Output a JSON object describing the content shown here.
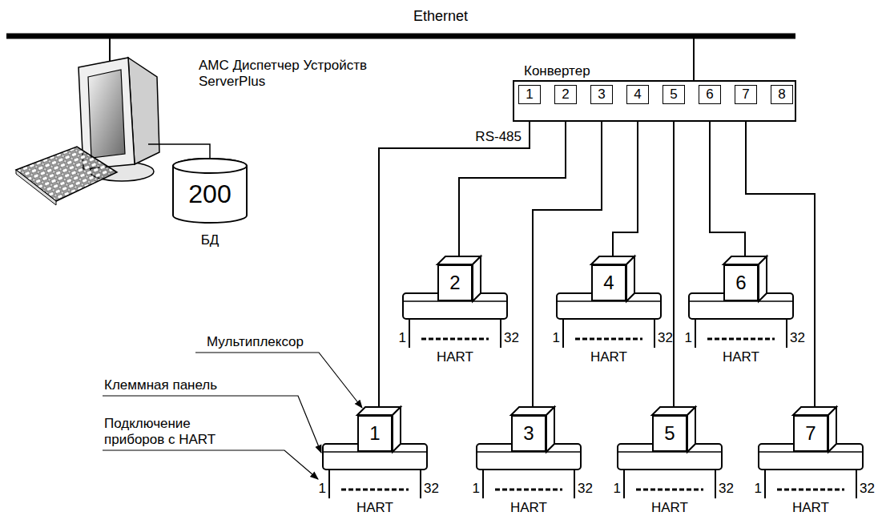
{
  "diagram": {
    "nodes": [
      {
        "text": [
          "Конвертер"
        ]
      },
      {
        "text": [
          "1"
        ],
        "in": 0
      },
      {
        "text": [
          "2"
        ],
        "in": 0
      },
      {
        "text": [
          "3"
        ],
        "in": 0
      },
      {
        "text": [
          "4"
        ],
        "in": 0
      },
      {
        "text": [
          "5"
        ],
        "in": 0
      },
      {
        "text": [
          "6"
        ],
        "in": 0
      },
      {
        "text": [
          "7"
        ],
        "in": 0
      },
      {
        "text": [
          "8"
        ],
        "in": 0
      },
      {
        "text": [
          "200",
          "БД"
        ]
      },
      {
        "text": [
          "1"
        ]
      },
      {
        "text": [
          "2"
        ]
      },
      {
        "text": [
          "3"
        ]
      },
      {
        "text": [
          "4"
        ]
      },
      {
        "text": [
          "5"
        ]
      },
      {
        "text": [
          "6"
        ]
      },
      {
        "text": [
          "7"
        ]
      }
    ],
    "edges": [
      {
        "from": 1,
        "to": 10,
        "arrow": "none",
        "label": "RS-485"
      },
      {
        "from": 2,
        "to": 11,
        "arrow": "none"
      },
      {
        "from": 3,
        "to": 12,
        "arrow": "none"
      },
      {
        "from": 4,
        "to": 13,
        "arrow": "none"
      },
      {
        "from": 5,
        "to": 14,
        "arrow": "none"
      },
      {
        "from": 6,
        "to": 15,
        "arrow": "none"
      },
      {
        "from": 7,
        "to": 16,
        "arrow": "none"
      }
    ],
    "labels": [
      "Ethernet",
      "АМС Диспетчер Устройств ServerPlus",
      "Мультиплексор",
      "Клеммная панель",
      "Подключение приборов с HART",
      "1",
      "32",
      "HART",
      "1",
      "32",
      "HART",
      "1",
      "32",
      "HART",
      "1",
      "32",
      "HART",
      "1",
      "32",
      "HART",
      "1",
      "32",
      "HART",
      "1",
      "32",
      "HART"
    ]
  }
}
